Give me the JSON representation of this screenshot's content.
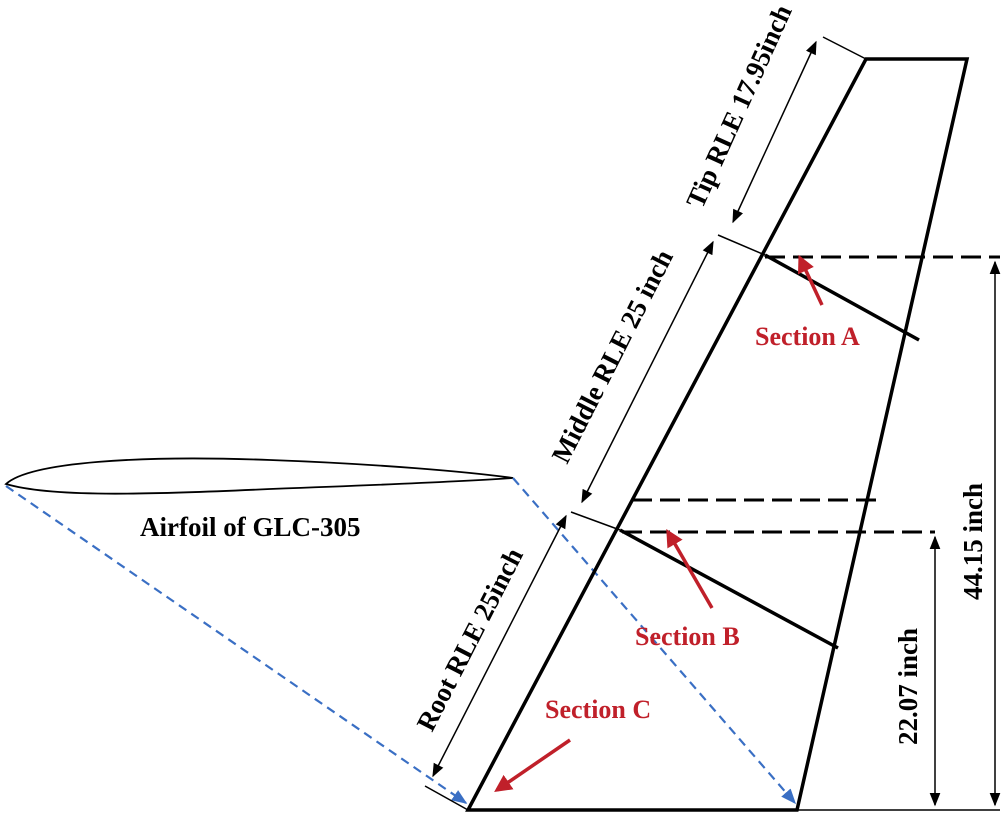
{
  "colors": {
    "outline": "#000000",
    "section_label": "#c0202a",
    "projection_line": "#3a6fc4"
  },
  "airfoil": {
    "label": "Airfoil of GLC-305"
  },
  "dimensions": {
    "tip_rle": "Tip RLE 17.95inch",
    "middle_rle": "Middle RLE 25 inch",
    "root_rle": "Root RLE 25inch",
    "span_total": "44.15 inch",
    "span_half": "22.07 inch"
  },
  "sections": {
    "a": "Section A",
    "b": "Section B",
    "c": "Section C"
  }
}
